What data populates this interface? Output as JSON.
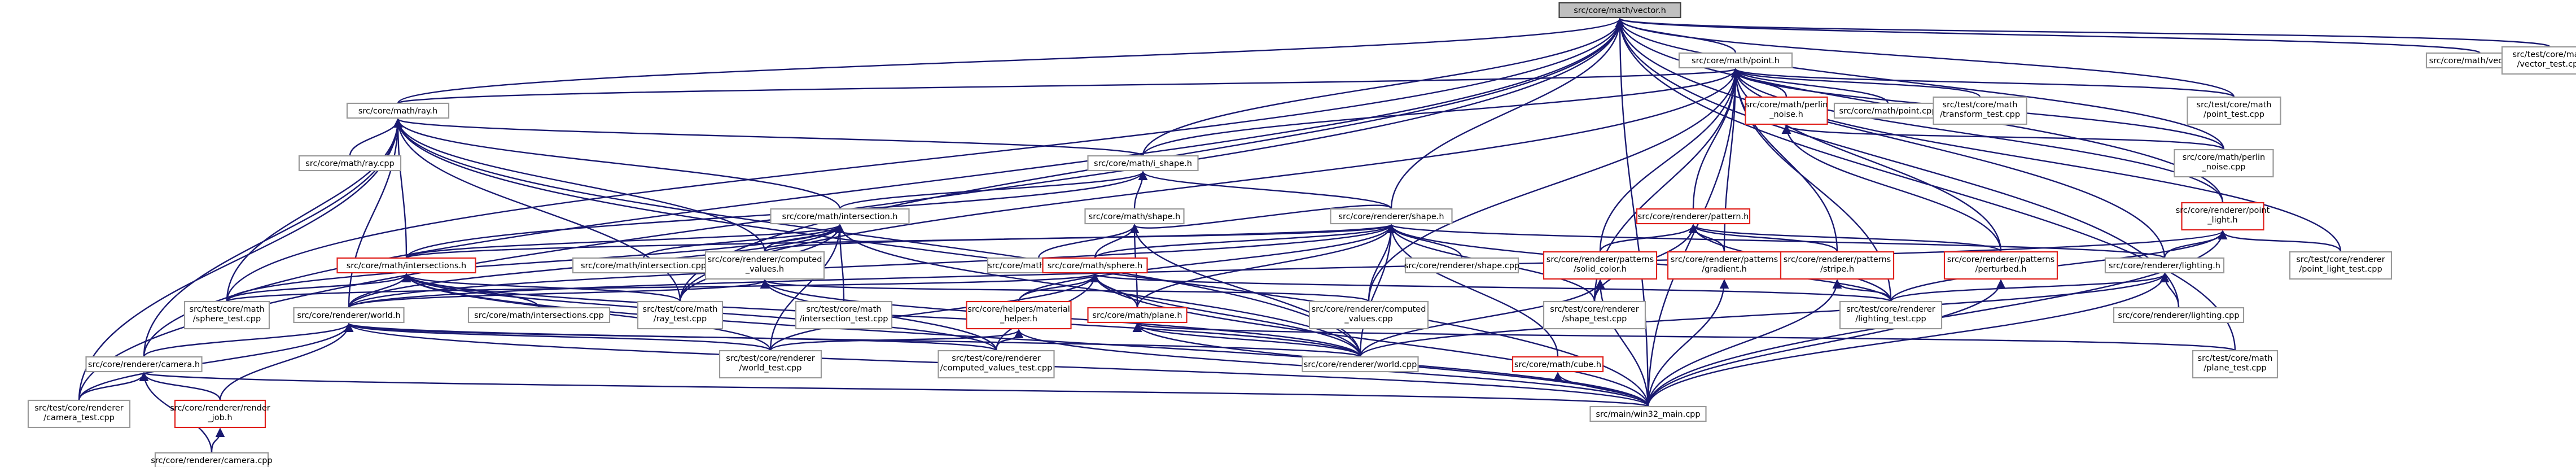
{
  "nodes": [
    {
      "id": "vector_h",
      "lines": [
        "src/core/math/vector.h"
      ],
      "style": "root"
    },
    {
      "id": "point_h",
      "lines": [
        "src/core/math/point.h"
      ],
      "style": "normal"
    },
    {
      "id": "vector_cpp",
      "lines": [
        "src/core/math/vector.cpp"
      ],
      "style": "normal"
    },
    {
      "id": "vector_test",
      "lines": [
        "src/test/core/math",
        "/vector_test.cpp"
      ],
      "style": "normal"
    },
    {
      "id": "ray_h",
      "lines": [
        "src/core/math/ray.h"
      ],
      "style": "normal"
    },
    {
      "id": "perlin_h",
      "lines": [
        "src/core/math/perlin",
        "_noise.h"
      ],
      "style": "red"
    },
    {
      "id": "point_cpp",
      "lines": [
        "src/core/math/point.cpp"
      ],
      "style": "normal"
    },
    {
      "id": "transform_test",
      "lines": [
        "src/test/core/math",
        "/transform_test.cpp"
      ],
      "style": "normal"
    },
    {
      "id": "point_test",
      "lines": [
        "src/test/core/math",
        "/point_test.cpp"
      ],
      "style": "normal"
    },
    {
      "id": "ray_cpp",
      "lines": [
        "src/core/math/ray.cpp"
      ],
      "style": "normal"
    },
    {
      "id": "i_shape_h",
      "lines": [
        "src/core/math/i_shape.h"
      ],
      "style": "normal"
    },
    {
      "id": "perlin_cpp",
      "lines": [
        "src/core/math/perlin",
        "_noise.cpp"
      ],
      "style": "normal"
    },
    {
      "id": "intersection_h",
      "lines": [
        "src/core/math/intersection.h"
      ],
      "style": "normal"
    },
    {
      "id": "shape_math_h",
      "lines": [
        "src/core/math/shape.h"
      ],
      "style": "normal"
    },
    {
      "id": "shape_r_h",
      "lines": [
        "src/core/renderer/shape.h"
      ],
      "style": "normal"
    },
    {
      "id": "pattern_h",
      "lines": [
        "src/core/renderer/pattern.h"
      ],
      "style": "red"
    },
    {
      "id": "point_light_h",
      "lines": [
        "src/core/renderer/point",
        "_light.h"
      ],
      "style": "red"
    },
    {
      "id": "intersections_h",
      "lines": [
        "src/core/math/intersections.h"
      ],
      "style": "red"
    },
    {
      "id": "intersection_cpp",
      "lines": [
        "src/core/math/intersection.cpp"
      ],
      "style": "normal"
    },
    {
      "id": "computed_h",
      "lines": [
        "src/core/renderer/computed",
        "_values.h"
      ],
      "style": "normal"
    },
    {
      "id": "shape_math_cpp",
      "lines": [
        "src/core/math/shape.cpp"
      ],
      "style": "normal"
    },
    {
      "id": "sphere_h",
      "lines": [
        "src/core/math/sphere.h"
      ],
      "style": "red"
    },
    {
      "id": "shape_r_cpp",
      "lines": [
        "src/core/renderer/shape.cpp"
      ],
      "style": "normal"
    },
    {
      "id": "solid_color_h",
      "lines": [
        "src/core/renderer/patterns",
        "/solid_color.h"
      ],
      "style": "red"
    },
    {
      "id": "gradient_h",
      "lines": [
        "src/core/renderer/patterns",
        "/gradient.h"
      ],
      "style": "red"
    },
    {
      "id": "stripe_h",
      "lines": [
        "src/core/renderer/patterns",
        "/stripe.h"
      ],
      "style": "red"
    },
    {
      "id": "perturbed_h",
      "lines": [
        "src/core/renderer/patterns",
        "/perturbed.h"
      ],
      "style": "red"
    },
    {
      "id": "lighting_h",
      "lines": [
        "src/core/renderer/lighting.h"
      ],
      "style": "normal"
    },
    {
      "id": "point_light_test",
      "lines": [
        "src/test/core/renderer",
        "/point_light_test.cpp"
      ],
      "style": "normal"
    },
    {
      "id": "sphere_test",
      "lines": [
        "src/test/core/math",
        "/sphere_test.cpp"
      ],
      "style": "normal"
    },
    {
      "id": "world_h",
      "lines": [
        "src/core/renderer/world.h"
      ],
      "style": "normal"
    },
    {
      "id": "intersections_cpp",
      "lines": [
        "src/core/math/intersections.cpp"
      ],
      "style": "normal"
    },
    {
      "id": "ray_test",
      "lines": [
        "src/test/core/math",
        "/ray_test.cpp"
      ],
      "style": "normal"
    },
    {
      "id": "intersection_test",
      "lines": [
        "src/test/core/math",
        "/intersection_test.cpp"
      ],
      "style": "normal"
    },
    {
      "id": "material_helper_h",
      "lines": [
        "src/core/helpers/material",
        "_helper.h"
      ],
      "style": "red"
    },
    {
      "id": "plane_h",
      "lines": [
        "src/core/math/plane.h"
      ],
      "style": "red"
    },
    {
      "id": "computed_cpp",
      "lines": [
        "src/core/renderer/computed",
        "_values.cpp"
      ],
      "style": "normal"
    },
    {
      "id": "shape_test",
      "lines": [
        "src/test/core/renderer",
        "/shape_test.cpp"
      ],
      "style": "normal"
    },
    {
      "id": "lighting_test",
      "lines": [
        "src/test/core/renderer",
        "/lighting_test.cpp"
      ],
      "style": "normal"
    },
    {
      "id": "lighting_cpp",
      "lines": [
        "src/core/renderer/lighting.cpp"
      ],
      "style": "normal"
    },
    {
      "id": "camera_h",
      "lines": [
        "src/core/renderer/camera.h"
      ],
      "style": "normal"
    },
    {
      "id": "world_test",
      "lines": [
        "src/test/core/renderer",
        "/world_test.cpp"
      ],
      "style": "normal"
    },
    {
      "id": "computed_test",
      "lines": [
        "src/test/core/renderer",
        "/computed_values_test.cpp"
      ],
      "style": "normal"
    },
    {
      "id": "world_cpp",
      "lines": [
        "src/core/renderer/world.cpp"
      ],
      "style": "normal"
    },
    {
      "id": "cube_h",
      "lines": [
        "src/core/math/cube.h"
      ],
      "style": "red"
    },
    {
      "id": "plane_test",
      "lines": [
        "src/test/core/math",
        "/plane_test.cpp"
      ],
      "style": "normal"
    },
    {
      "id": "camera_test",
      "lines": [
        "src/test/core/renderer",
        "/camera_test.cpp"
      ],
      "style": "normal"
    },
    {
      "id": "render_job_h",
      "lines": [
        "src/core/renderer/render",
        "_job.h"
      ],
      "style": "red"
    },
    {
      "id": "main_cpp",
      "lines": [
        "src/main/win32_main.cpp"
      ],
      "style": "normal"
    },
    {
      "id": "camera_cpp",
      "lines": [
        "src/core/renderer/camera.cpp"
      ],
      "style": "normal"
    }
  ],
  "edges": [
    [
      "vector_h",
      "point_h"
    ],
    [
      "vector_h",
      "vector_cpp"
    ],
    [
      "vector_h",
      "vector_test"
    ],
    [
      "vector_h",
      "ray_h"
    ],
    [
      "vector_h",
      "point_test"
    ],
    [
      "vector_h",
      "i_shape_h"
    ],
    [
      "vector_h",
      "shape_r_h"
    ],
    [
      "vector_h",
      "perlin_cpp"
    ],
    [
      "vector_h",
      "point_light_h"
    ],
    [
      "vector_h",
      "lighting_h"
    ],
    [
      "vector_h",
      "sphere_test"
    ],
    [
      "vector_h",
      "ray_test"
    ],
    [
      "vector_h",
      "camera_h"
    ],
    [
      "vector_h",
      "camera_test"
    ],
    [
      "vector_h",
      "main_cpp"
    ],
    [
      "vector_h",
      "plane_test"
    ],
    [
      "vector_h",
      "lighting_cpp"
    ],
    [
      "point_h",
      "ray_h"
    ],
    [
      "point_h",
      "perlin_h"
    ],
    [
      "point_h",
      "point_cpp"
    ],
    [
      "point_h",
      "transform_test"
    ],
    [
      "point_h",
      "point_test"
    ],
    [
      "point_h",
      "i_shape_h"
    ],
    [
      "point_h",
      "perlin_cpp"
    ],
    [
      "point_h",
      "pattern_h"
    ],
    [
      "point_h",
      "point_light_h"
    ],
    [
      "point_h",
      "solid_color_h"
    ],
    [
      "point_h",
      "gradient_h"
    ],
    [
      "point_h",
      "stripe_h"
    ],
    [
      "point_h",
      "perturbed_h"
    ],
    [
      "point_h",
      "point_light_test"
    ],
    [
      "point_h",
      "lighting_test"
    ],
    [
      "point_h",
      "main_cpp"
    ],
    [
      "point_h",
      "shape_test"
    ],
    [
      "point_h",
      "computed_cpp"
    ],
    [
      "point_h",
      "ray_test"
    ],
    [
      "ray_h",
      "ray_cpp"
    ],
    [
      "ray_h",
      "i_shape_h"
    ],
    [
      "ray_h",
      "intersection_h"
    ],
    [
      "ray_h",
      "intersections_h"
    ],
    [
      "ray_h",
      "computed_h"
    ],
    [
      "ray_h",
      "world_h"
    ],
    [
      "ray_h",
      "camera_h"
    ],
    [
      "ray_h",
      "ray_test"
    ],
    [
      "ray_h",
      "sphere_test"
    ],
    [
      "ray_h",
      "world_cpp"
    ],
    [
      "ray_h",
      "camera_test"
    ],
    [
      "ray_h",
      "main_cpp"
    ],
    [
      "perlin_h",
      "perlin_cpp"
    ],
    [
      "perlin_h",
      "perturbed_h"
    ],
    [
      "i_shape_h",
      "intersection_h"
    ],
    [
      "i_shape_h",
      "shape_math_h"
    ],
    [
      "i_shape_h",
      "shape_r_h"
    ],
    [
      "i_shape_h",
      "intersections_h"
    ],
    [
      "intersection_h",
      "intersection_cpp"
    ],
    [
      "intersection_h",
      "intersections_h"
    ],
    [
      "intersection_h",
      "computed_h"
    ],
    [
      "intersection_h",
      "intersection_test"
    ],
    [
      "intersection_h",
      "ray_test"
    ],
    [
      "intersection_h",
      "world_h"
    ],
    [
      "intersection_h",
      "sphere_test"
    ],
    [
      "intersection_h",
      "world_test"
    ],
    [
      "intersection_h",
      "world_cpp"
    ],
    [
      "shape_math_h",
      "shape_math_cpp"
    ],
    [
      "shape_math_h",
      "sphere_h"
    ],
    [
      "shape_math_h",
      "plane_h"
    ],
    [
      "shape_math_h",
      "shape_r_h"
    ],
    [
      "shape_math_h",
      "world_cpp"
    ],
    [
      "shape_r_h",
      "shape_r_cpp"
    ],
    [
      "shape_r_h",
      "sphere_h"
    ],
    [
      "shape_r_h",
      "computed_h"
    ],
    [
      "shape_r_h",
      "intersections_h"
    ],
    [
      "shape_r_h",
      "lighting_h"
    ],
    [
      "shape_r_h",
      "plane_h"
    ],
    [
      "shape_r_h",
      "cube_h"
    ],
    [
      "shape_r_h",
      "shape_test"
    ],
    [
      "shape_r_h",
      "world_h"
    ],
    [
      "shape_r_h",
      "computed_cpp"
    ],
    [
      "shape_r_h",
      "material_helper_h"
    ],
    [
      "shape_r_h",
      "lighting_test"
    ],
    [
      "shape_r_h",
      "world_cpp"
    ],
    [
      "pattern_h",
      "solid_color_h"
    ],
    [
      "pattern_h",
      "gradient_h"
    ],
    [
      "pattern_h",
      "stripe_h"
    ],
    [
      "pattern_h",
      "perturbed_h"
    ],
    [
      "pattern_h",
      "lighting_test"
    ],
    [
      "pattern_h",
      "shape_test"
    ],
    [
      "point_light_h",
      "lighting_h"
    ],
    [
      "point_light_h",
      "point_light_test"
    ],
    [
      "point_light_h",
      "world_h"
    ],
    [
      "point_light_h",
      "lighting_test"
    ],
    [
      "point_light_h",
      "main_cpp"
    ],
    [
      "intersections_h",
      "intersections_cpp"
    ],
    [
      "intersections_h",
      "world_h"
    ],
    [
      "intersections_h",
      "sphere_test"
    ],
    [
      "intersections_h",
      "ray_test"
    ],
    [
      "intersections_h",
      "world_test"
    ],
    [
      "intersections_h",
      "computed_test"
    ],
    [
      "intersections_h",
      "main_cpp"
    ],
    [
      "intersections_h",
      "world_cpp"
    ],
    [
      "computed_h",
      "computed_cpp"
    ],
    [
      "computed_h",
      "world_h"
    ],
    [
      "computed_h",
      "computed_test"
    ],
    [
      "computed_h",
      "world_cpp"
    ],
    [
      "sphere_h",
      "sphere_test"
    ],
    [
      "sphere_h",
      "material_helper_h"
    ],
    [
      "sphere_h",
      "plane_h"
    ],
    [
      "sphere_h",
      "world_test"
    ],
    [
      "sphere_h",
      "computed_test"
    ],
    [
      "sphere_h",
      "main_cpp"
    ],
    [
      "sphere_h",
      "world_cpp"
    ],
    [
      "sphere_h",
      "lighting_test"
    ],
    [
      "solid_color_h",
      "shape_test"
    ],
    [
      "solid_color_h",
      "main_cpp"
    ],
    [
      "solid_color_h",
      "world_cpp"
    ],
    [
      "gradient_h",
      "main_cpp"
    ],
    [
      "stripe_h",
      "lighting_test"
    ],
    [
      "stripe_h",
      "main_cpp"
    ],
    [
      "perturbed_h",
      "main_cpp"
    ],
    [
      "lighting_h",
      "lighting_test"
    ],
    [
      "lighting_h",
      "lighting_cpp"
    ],
    [
      "lighting_h",
      "world_cpp"
    ],
    [
      "lighting_h",
      "main_cpp"
    ],
    [
      "world_h",
      "world_test"
    ],
    [
      "world_h",
      "world_cpp"
    ],
    [
      "world_h",
      "camera_h"
    ],
    [
      "world_h",
      "render_job_h"
    ],
    [
      "world_h",
      "camera_test"
    ],
    [
      "world_h",
      "main_cpp"
    ],
    [
      "world_h",
      "computed_test"
    ],
    [
      "material_helper_h",
      "world_test"
    ],
    [
      "material_helper_h",
      "computed_test"
    ],
    [
      "material_helper_h",
      "main_cpp"
    ],
    [
      "plane_h",
      "plane_test"
    ],
    [
      "plane_h",
      "world_cpp"
    ],
    [
      "plane_h",
      "main_cpp"
    ],
    [
      "cube_h",
      "main_cpp"
    ],
    [
      "camera_h",
      "camera_test"
    ],
    [
      "camera_h",
      "render_job_h"
    ],
    [
      "camera_h",
      "camera_cpp"
    ],
    [
      "camera_h",
      "main_cpp"
    ],
    [
      "render_job_h",
      "camera_cpp"
    ]
  ]
}
